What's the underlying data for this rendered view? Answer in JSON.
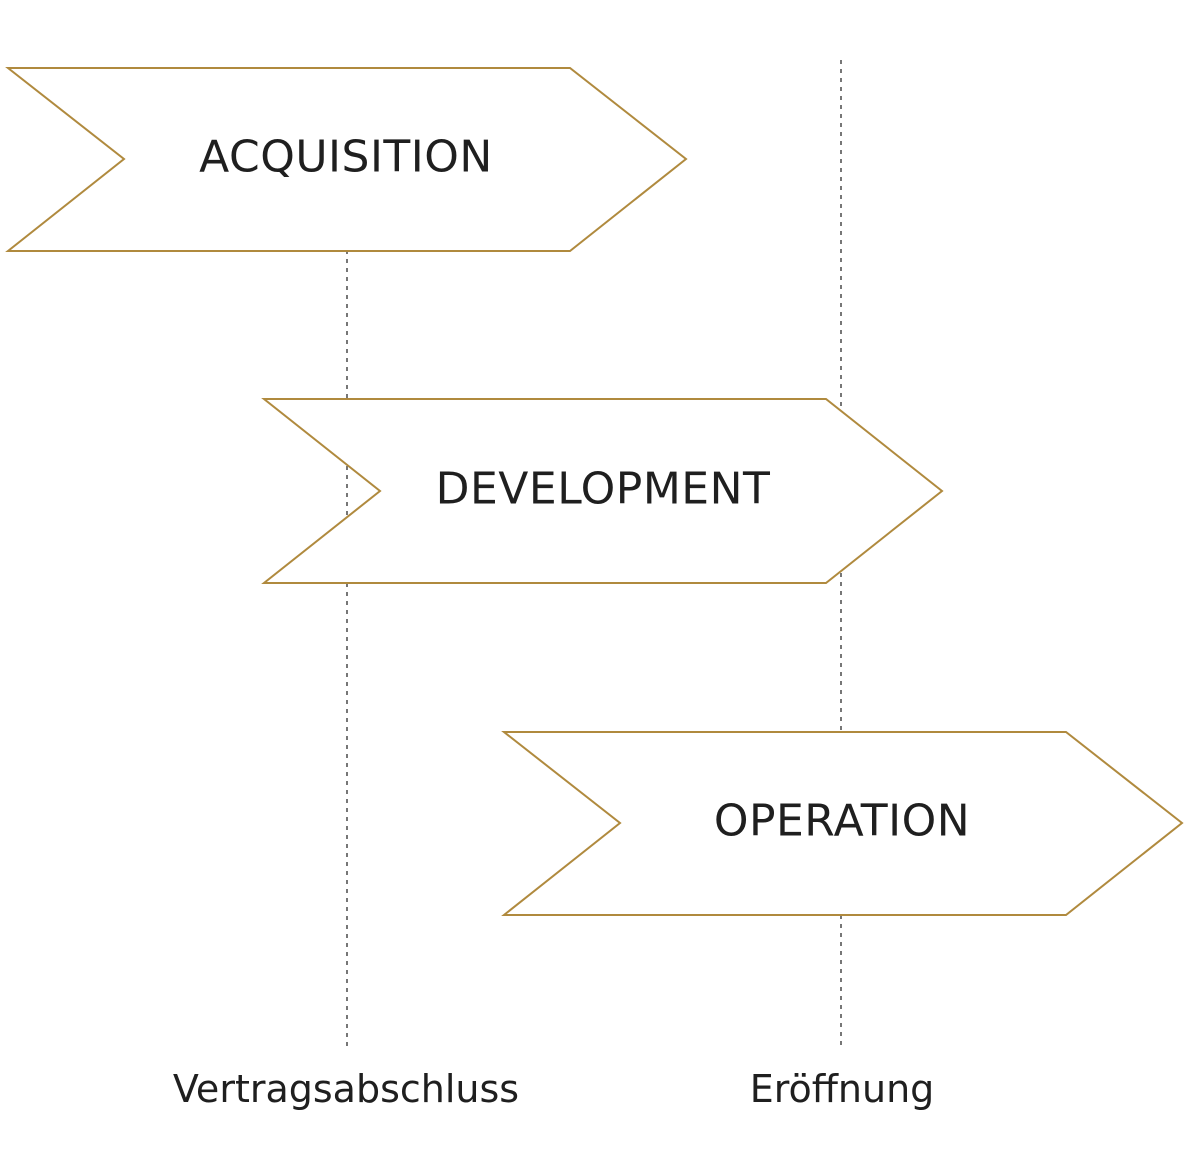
{
  "phases": [
    {
      "label": "ACQUISITION"
    },
    {
      "label": "DEVELOPMENT"
    },
    {
      "label": "OPERATION"
    }
  ],
  "milestones": [
    {
      "label": "Vertragsabschluss"
    },
    {
      "label": "Eröffnung"
    }
  ],
  "colors": {
    "arrow_outline": "#b08a3e",
    "dotted_line": "#555555",
    "text": "#1f1f1f",
    "background": "#ffffff"
  }
}
